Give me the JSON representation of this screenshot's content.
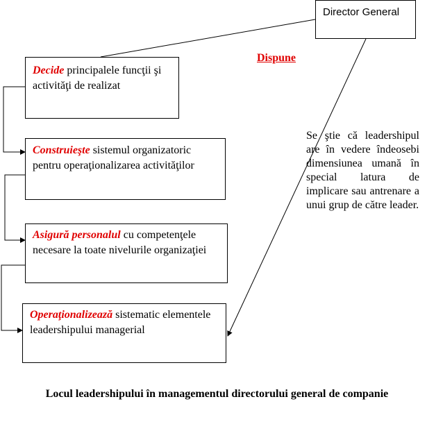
{
  "director": {
    "label": "Director General"
  },
  "dispune_label": "Dispune",
  "steps": [
    {
      "keyword": "Decide",
      "text": " principalele funcţii şi activităţi de realizat"
    },
    {
      "keyword": "Construieşte",
      "text": " sistemul organizatoric pentru operaţionalizarea activităţilor"
    },
    {
      "keyword": "Asigură personalul",
      "text": " cu competenţele necesare la toate nivelurile organizaţiei"
    },
    {
      "keyword": "Operaţionalizează",
      "text": " sistematic elementele leadershipului managerial"
    }
  ],
  "side_note": "Se ştie că leadershipul are în vedere îndeosebi dimensiunea umană în special latura de implicare sau antrenare a unui grup de către leader.",
  "caption": "Locul leadershipului în managementul directorului general de companie",
  "colors": {
    "accent": "#e00000",
    "line": "#000000"
  }
}
